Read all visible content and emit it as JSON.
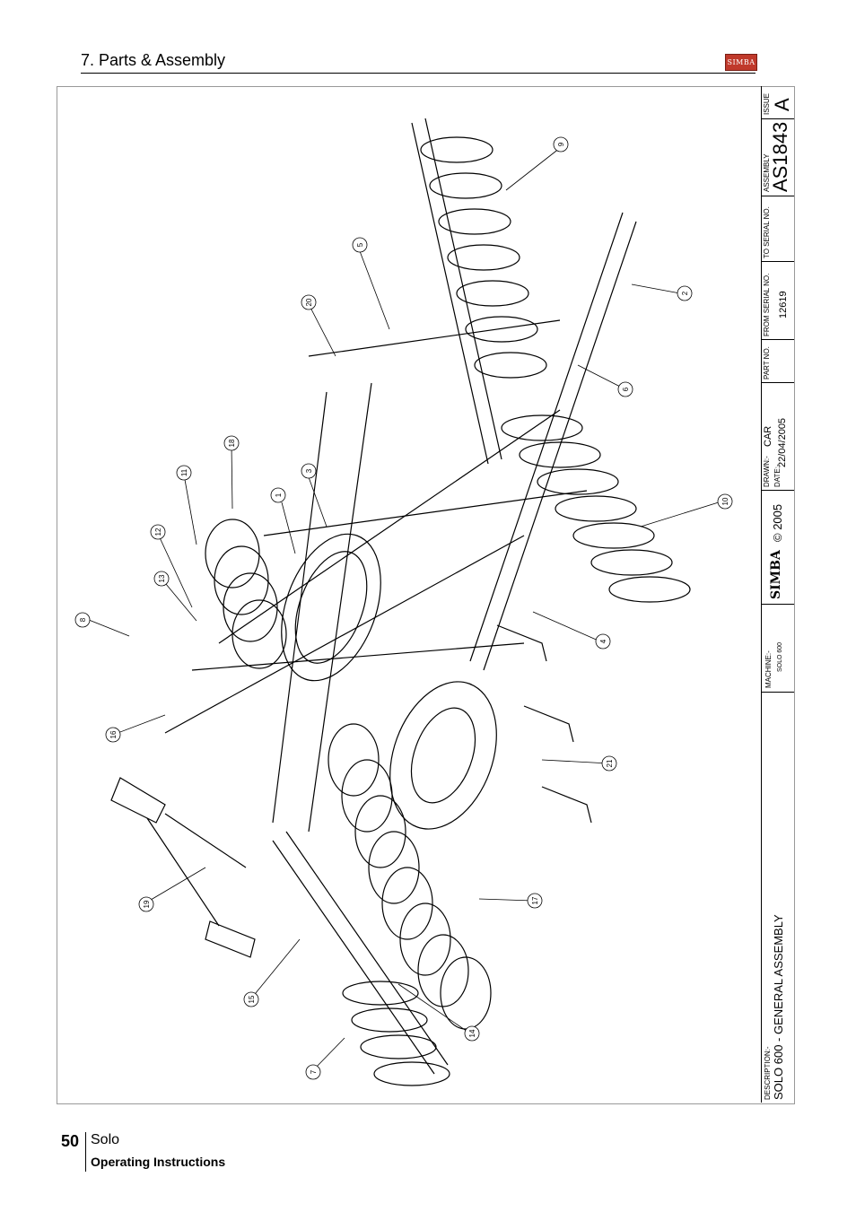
{
  "header": {
    "section_title": "7. Parts & Assembly",
    "logo_text": "SIMBA"
  },
  "title_block": {
    "issue_label": "ISSUE",
    "issue": "A",
    "assembly_label": "ASSEMBLY",
    "assembly": "AS1843",
    "to_serial_label": "TO SERIAL NO.",
    "to_serial": "",
    "from_serial_label": "FROM SERIAL NO.",
    "from_serial": "12619",
    "part_no_label": "PART NO.",
    "part_no": "",
    "drawn_label": "DRAWN:-",
    "drawn": "CAR",
    "date_label": "DATE:-",
    "date": "22/04/2005",
    "copyright": "© 2005",
    "brand": "SIMBA",
    "machine_label": "MACHINE:-",
    "machine": "SOLO 600",
    "description_label": "DESCRIPTION:-",
    "description": "SOLO 600 - GENERAL ASSEMBLY"
  },
  "callouts": [
    "1",
    "2",
    "3",
    "4",
    "5",
    "6",
    "7",
    "8",
    "9",
    "10",
    "11",
    "12",
    "13",
    "14",
    "15",
    "16",
    "17",
    "18",
    "19",
    "20",
    "21"
  ],
  "footer": {
    "page_number": "50",
    "product": "Solo",
    "subtitle": "Operating Instructions"
  },
  "colors": {
    "logo_red": "#c0392b",
    "line": "#000000"
  }
}
